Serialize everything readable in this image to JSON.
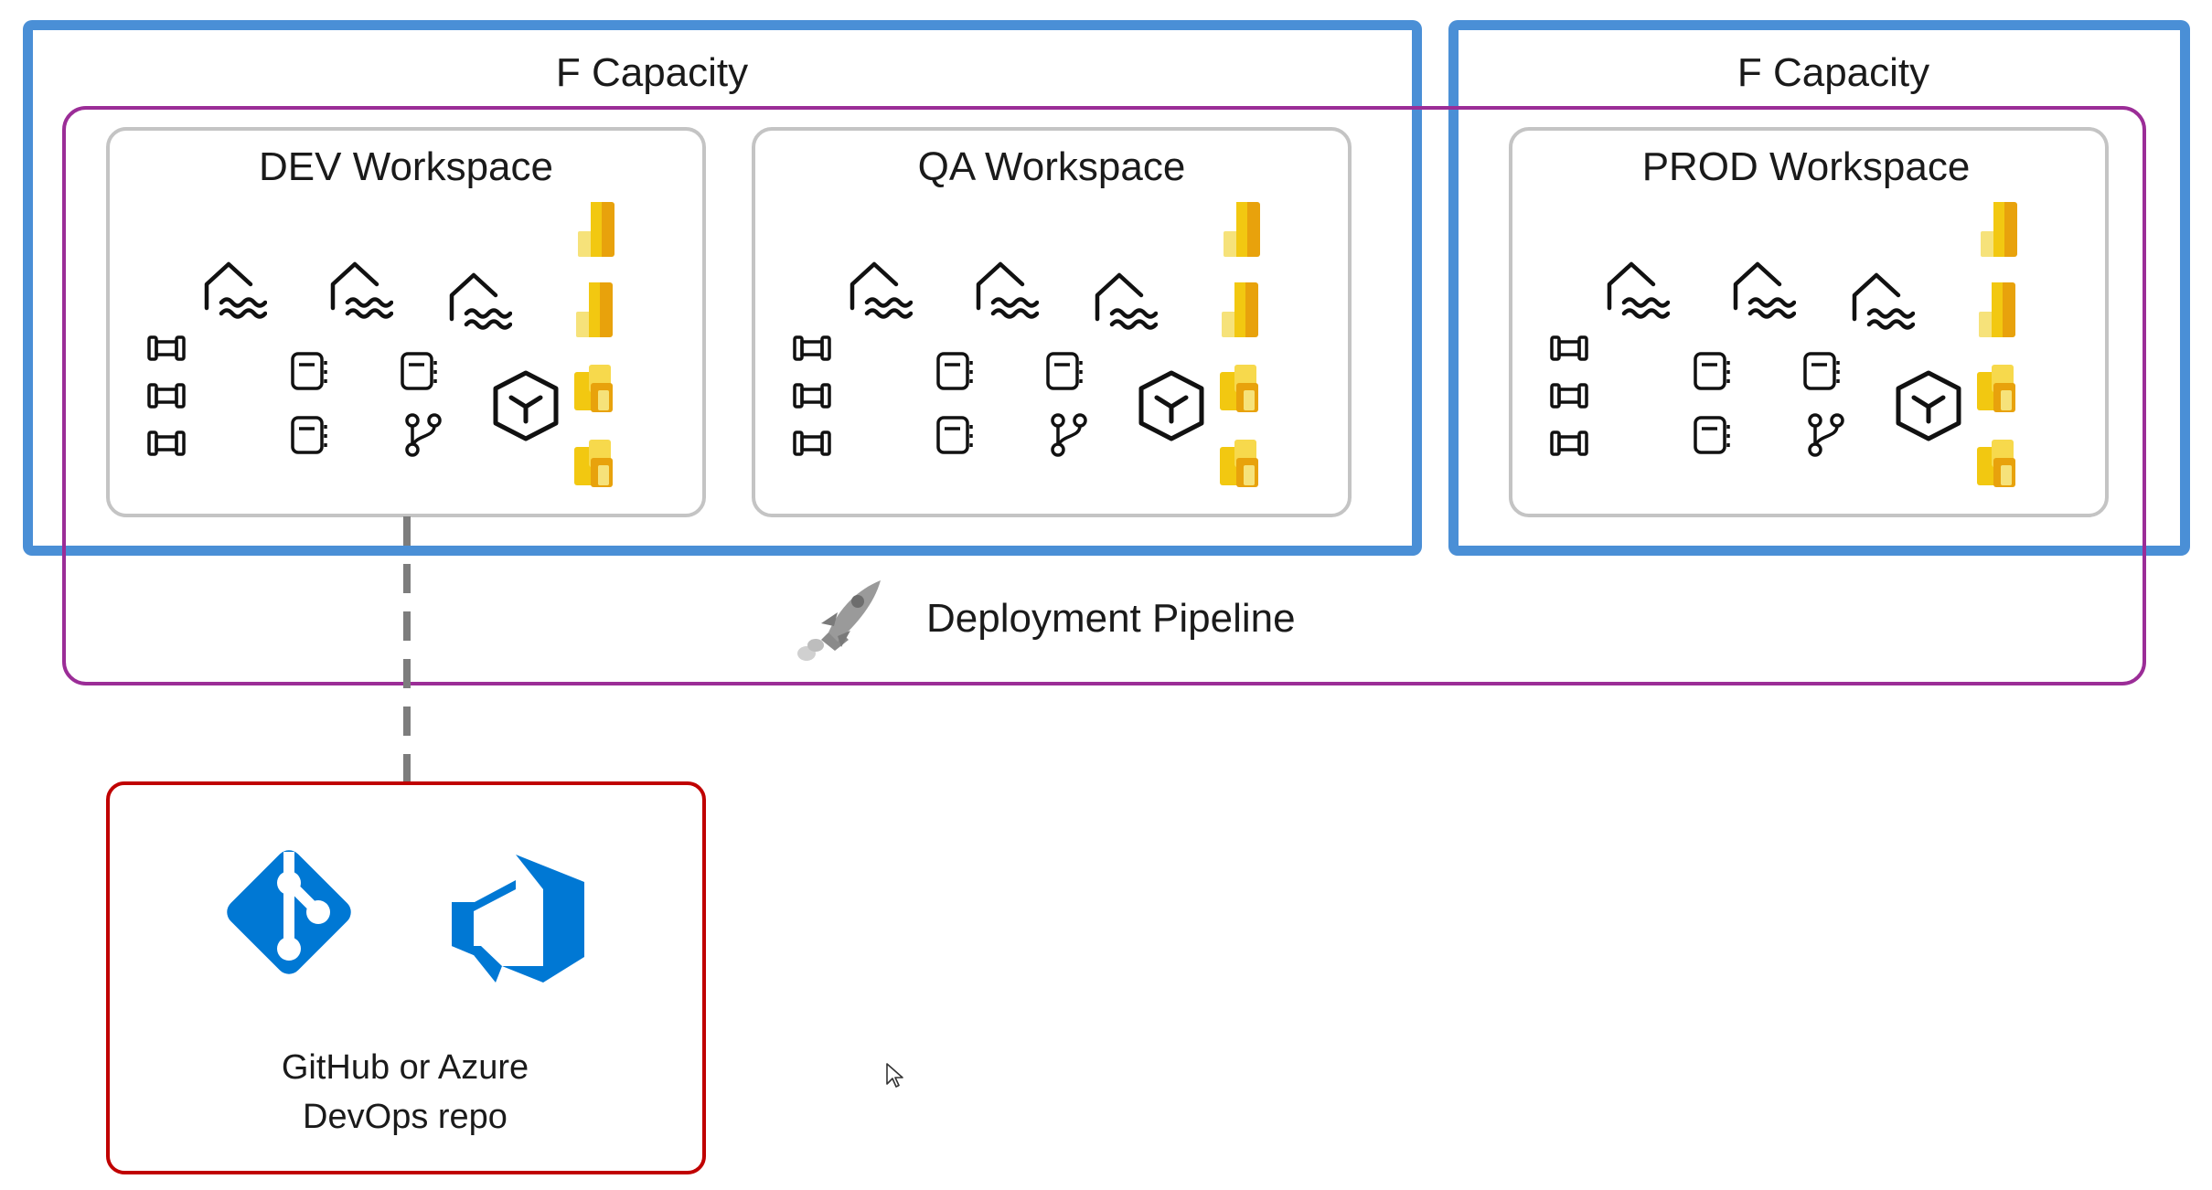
{
  "capacities": [
    {
      "title": "F Capacity"
    },
    {
      "title": "F Capacity"
    }
  ],
  "workspaces": [
    {
      "title": "DEV Workspace"
    },
    {
      "title": "QA Workspace"
    },
    {
      "title": "PROD Workspace"
    }
  ],
  "pipeline": {
    "label": "Deployment Pipeline",
    "icon": "rocket-icon"
  },
  "repo": {
    "line1": "GitHub or Azure",
    "line2": "DevOps repo",
    "icons": [
      "git-icon",
      "azure-devops-icon"
    ]
  },
  "colors": {
    "capacity_border": "#4a8fd6",
    "pipeline_border": "#9b2d97",
    "workspace_border": "#c4c4c4",
    "repo_border": "#c00000",
    "git_blue": "#0078d4",
    "powerbi_gold": "#f2c811"
  },
  "workspace_icons": [
    "lakehouse-icon",
    "pipeline-icon",
    "notebook-icon",
    "branch-icon",
    "semantic-model-icon",
    "report-icon",
    "dashboard-icon"
  ]
}
